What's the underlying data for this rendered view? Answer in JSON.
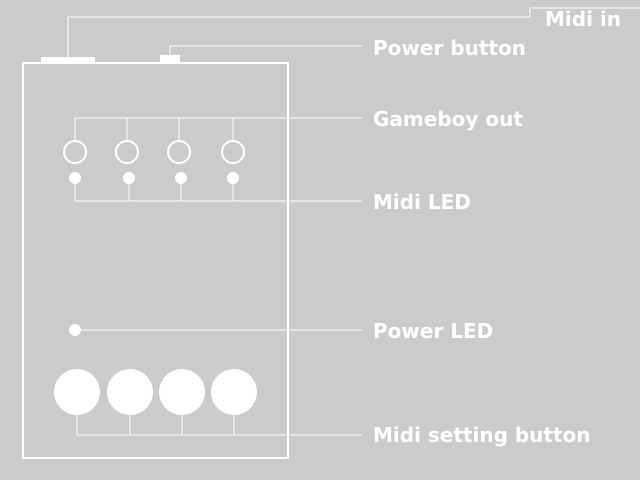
{
  "diagram": {
    "colors": {
      "background": "#cbcbcb",
      "foreground": "#ffffff"
    },
    "labels": {
      "midi_in": "Midi in",
      "power_button": "Power button",
      "gameboy_out": "Gameboy out",
      "midi_led": "Midi LED",
      "power_led": "Power LED",
      "midi_setting_button": "Midi setting button"
    },
    "counts": {
      "gameboy_out_ports": 4,
      "midi_leds": 4,
      "midi_setting_buttons": 4
    }
  }
}
